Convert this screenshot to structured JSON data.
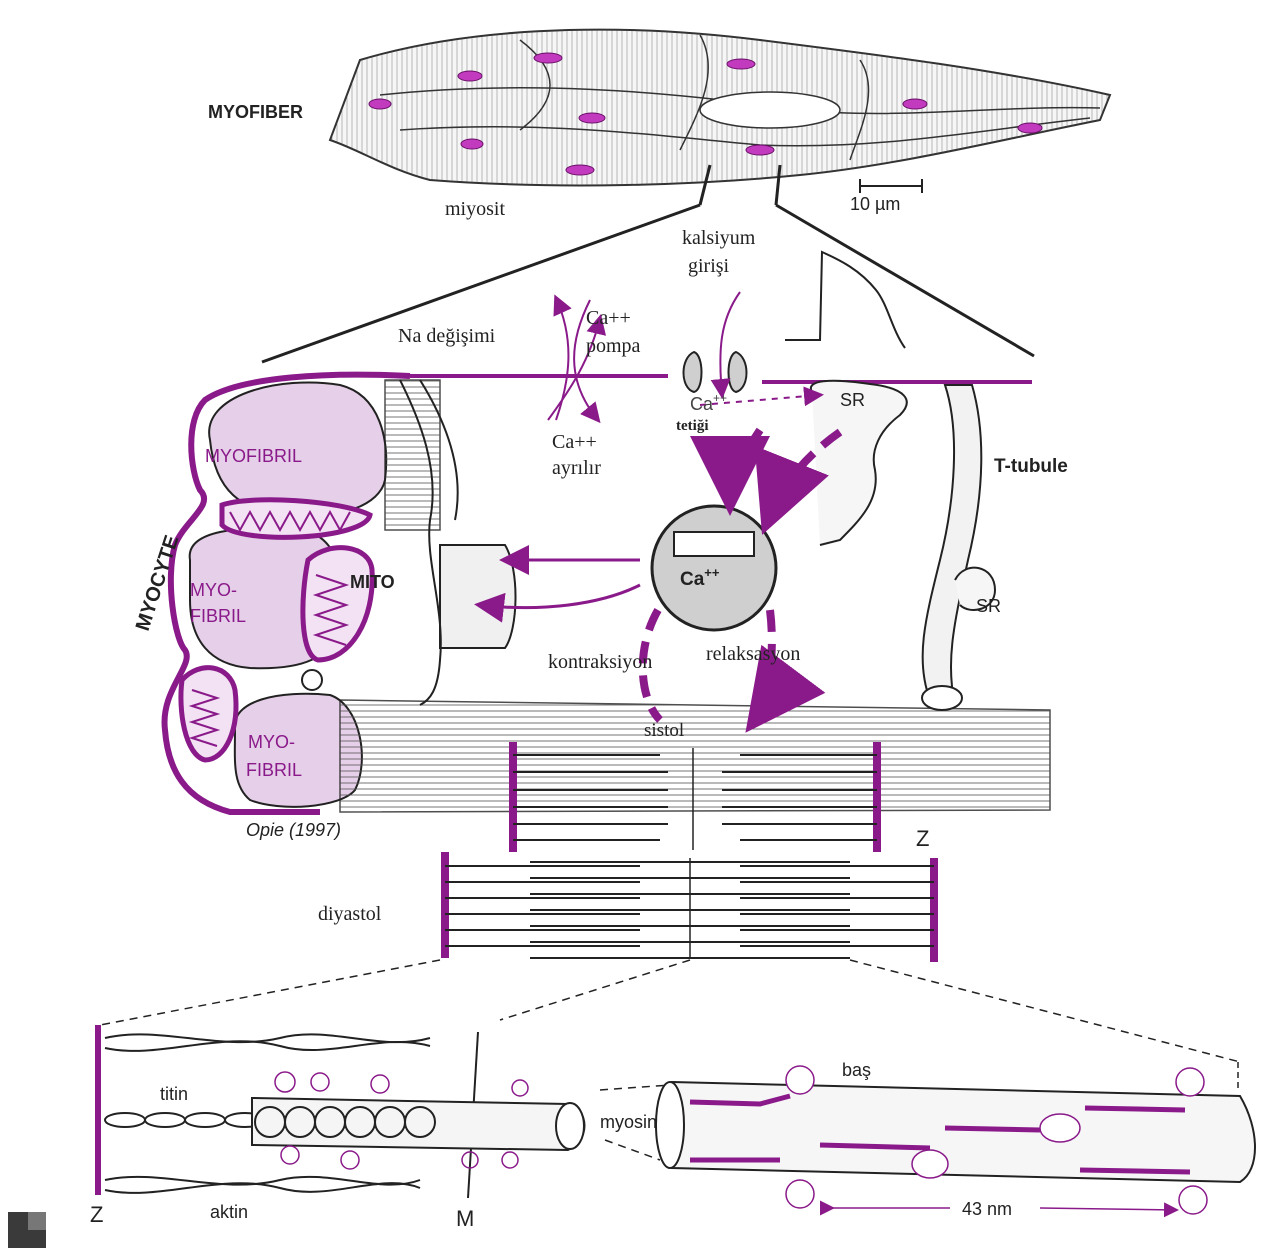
{
  "labels": {
    "myofiber": "MYOFIBER",
    "miyosit": "miyosit",
    "scale": "10 µm",
    "kalsiyum1": "kalsiyum",
    "kalsiyum2": "girişi",
    "na_degisimi": "Na değişimi",
    "ca_pompa1": "Ca++",
    "ca_pompa2": "pompa",
    "ca_ayrilir1": "Ca++",
    "ca_ayrilir2": "ayrılır",
    "ca_tetigi1": "Ca",
    "ca_tetigi_sup": "++",
    "ca_tetigi2": "tetiği",
    "sr_top": "SR",
    "sr_mid": "SR",
    "t_tubule": "T-tubule",
    "myocyte": "MYOCYTE",
    "myofibril": "MYOFIBRIL",
    "myofibril2a": "MYO-",
    "myofibril2b": "FIBRIL",
    "myofibril3a": "MYO-",
    "myofibril3b": "FIBRIL",
    "mito": "MITO",
    "ca_center": "Ca",
    "ca_center_sup": "++",
    "kontraksiyon": "kontraksiyon",
    "relaksasyon": "relaksasyon",
    "sistol": "sistol",
    "opie": "Opie (1997)",
    "z_right": "Z",
    "diyastol": "diyastol",
    "titin": "titin",
    "aktin": "aktin",
    "z_left": "Z",
    "m_line": "M",
    "bas": "baş",
    "myosin": "myosin",
    "nm43": "43 nm"
  },
  "colors": {
    "accent": "#8a1a8a",
    "fill_light": "#e6cfe8",
    "ink": "#222222",
    "gray": "#bdbdbd"
  }
}
